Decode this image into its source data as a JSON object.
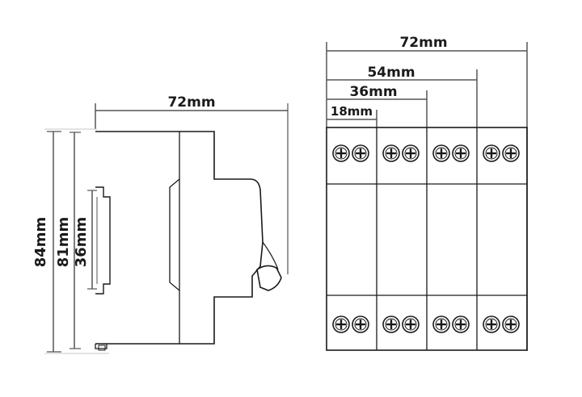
{
  "side_view": {
    "width_label": "72mm",
    "height_84_label": "84mm",
    "height_81_label": "81mm",
    "height_36_label": "36mm"
  },
  "front_view": {
    "width_72_label": "72mm",
    "width_54_label": "54mm",
    "width_36_label": "36mm",
    "width_18_label": "18mm",
    "module_count": 4
  }
}
